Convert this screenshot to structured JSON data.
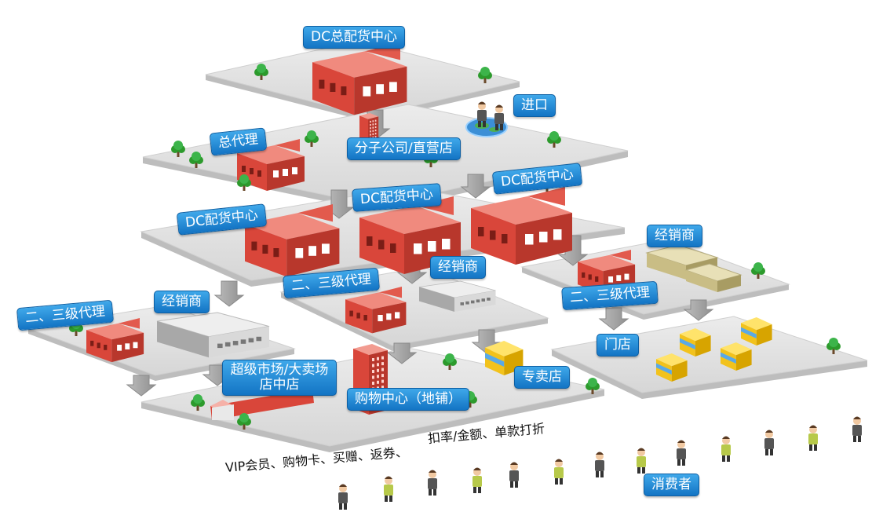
{
  "labels": {
    "dc_main": "DC总配货中心",
    "import": "进口",
    "general_agent": "总代理",
    "branch": "分子公司/直营店",
    "dc_1": "DC配货中心",
    "dc_2": "DC配货中心",
    "dc_3": "DC配货中心",
    "dealer_right": "经销商",
    "agent_right": "二、三级代理",
    "agent_left": "二、三级代理",
    "dealer_left": "经销商",
    "agent_mid": "二、三级代理",
    "dealer_mid": "经销商",
    "supermarket": "超级市场/大卖场 店中店",
    "mall": "购物中心（地铺）",
    "specialty": "专卖店",
    "store": "门店",
    "consumer": "消费者"
  },
  "captions": {
    "promo_right": "扣率/金额、单款打折",
    "promo_left": "VIP会员、购物卡、买赠、返券、"
  },
  "colors": {
    "label_blue": "#1f8ddc",
    "platform_top": "#e6e6e6",
    "building_red": "#d9463a",
    "arrow_gray": "#a9a9a9",
    "tree_green": "#2c9a2c"
  }
}
